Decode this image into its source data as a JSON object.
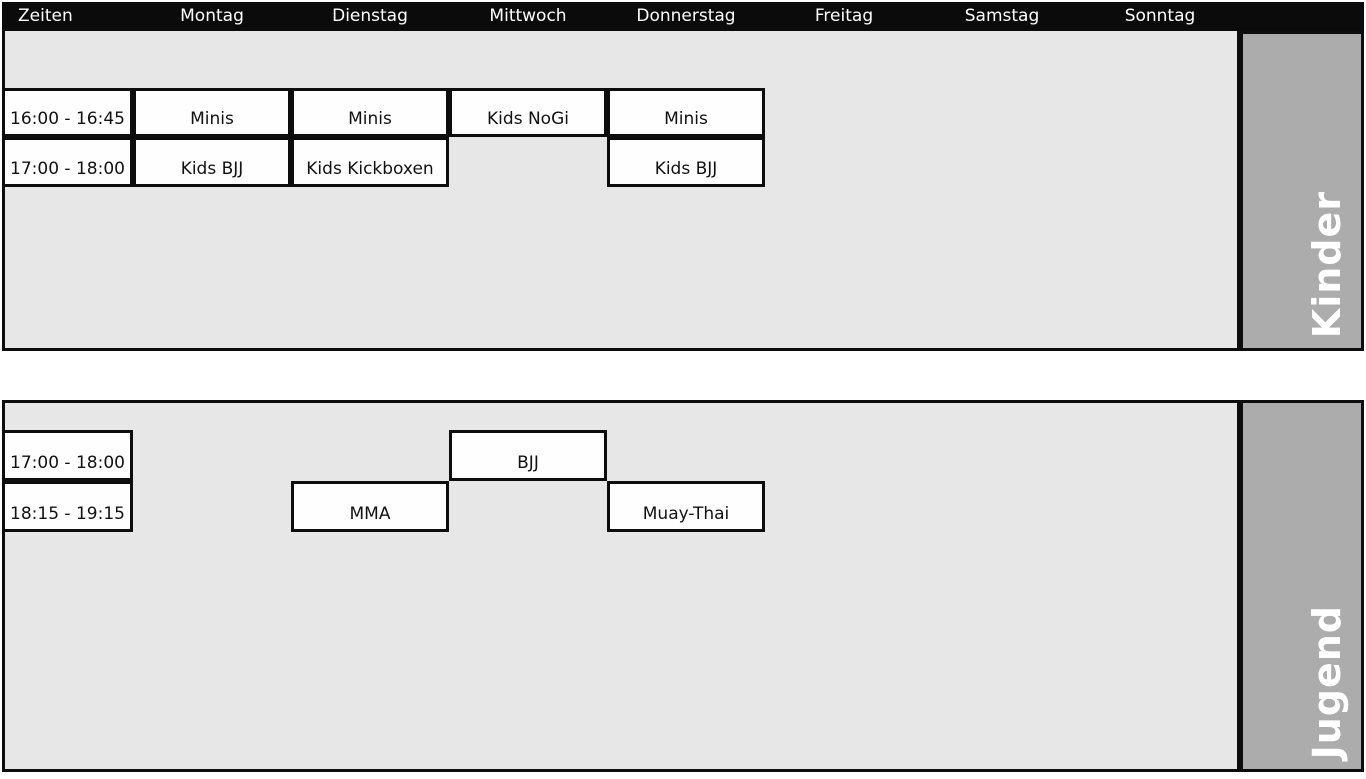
{
  "header": {
    "time_col_label": "Zeiten",
    "days": [
      "Montag",
      "Dienstag",
      "Mittwoch",
      "Donnerstag",
      "Freitag",
      "Samstag",
      "Sonntag"
    ]
  },
  "sections": [
    {
      "id": "kinder",
      "label": "Kinder",
      "rows": [
        {
          "time": "16:00 - 16:45",
          "events": [
            {
              "day": "Montag",
              "title": "Minis"
            },
            {
              "day": "Dienstag",
              "title": "Minis"
            },
            {
              "day": "Mittwoch",
              "title": "Kids NoGi"
            },
            {
              "day": "Donnerstag",
              "title": "Minis"
            }
          ]
        },
        {
          "time": "17:00 - 18:00",
          "events": [
            {
              "day": "Montag",
              "title": "Kids BJJ"
            },
            {
              "day": "Dienstag",
              "title": "Kids Kickboxen"
            },
            {
              "day": "Donnerstag",
              "title": "Kids BJJ"
            }
          ]
        }
      ]
    },
    {
      "id": "jugend",
      "label": "Jugend",
      "rows": [
        {
          "time": "17:00 - 18:00",
          "events": [
            {
              "day": "Mittwoch",
              "title": "BJJ"
            }
          ]
        },
        {
          "time": "18:15 - 19:15",
          "events": [
            {
              "day": "Dienstag",
              "title": "MMA"
            },
            {
              "day": "Donnerstag",
              "title": "Muay-Thai"
            }
          ]
        }
      ]
    }
  ],
  "colors": {
    "header_bg": "#0b0b0b",
    "header_text": "#ffffff",
    "section_bg": "#e7e7e7",
    "sidebar_bg": "#acacac",
    "sidebar_text": "#ffffff",
    "cell_bg": "#fefefe",
    "cell_text": "#111111",
    "border": "#0d0d0d"
  }
}
